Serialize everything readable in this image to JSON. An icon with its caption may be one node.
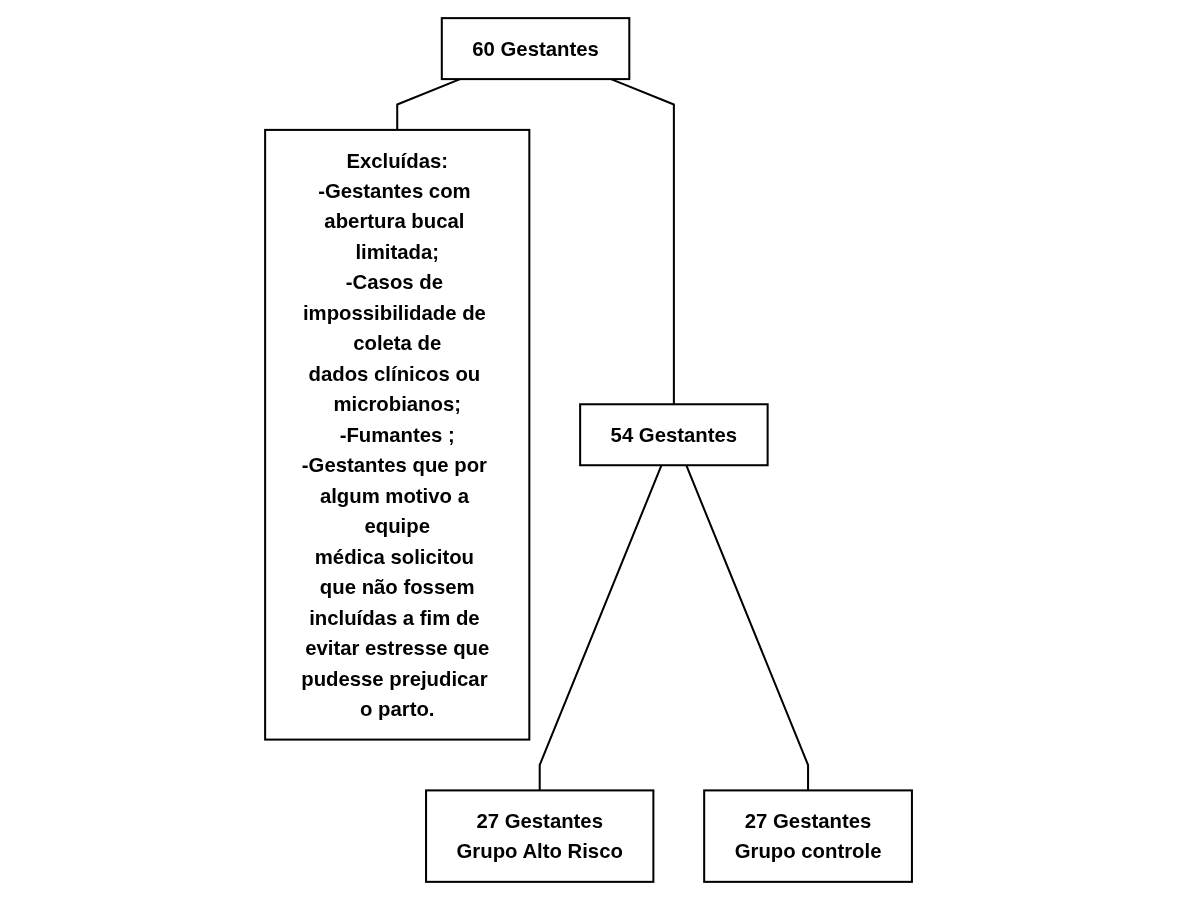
{
  "diagram": {
    "nodes": [
      {
        "text": [
          "60 Gestantes"
        ]
      },
      {
        "text": [
          "Excluídas:",
          "-Gestantes com abertura bucal limitada;",
          "-Casos de impossibilidade de coleta de dados clínicos ou microbianos;",
          "-Fumantes ;",
          "-Gestantes que por algum motivo a equipe médica solicitou que não fossem incluídas a fim de evitar estresse que pudesse prejudicar o parto."
        ]
      },
      {
        "text": [
          "54 Gestantes"
        ]
      },
      {
        "text": [
          "27 Gestantes",
          "Grupo Alto Risco"
        ]
      },
      {
        "text": [
          "27 Gestantes",
          "Grupo controle"
        ]
      }
    ],
    "edges": [
      {
        "from": 0,
        "to": 1,
        "arrow": "none"
      },
      {
        "from": 0,
        "to": 2,
        "arrow": "none"
      },
      {
        "from": 2,
        "to": 3,
        "arrow": "none"
      },
      {
        "from": 2,
        "to": 4,
        "arrow": "none"
      }
    ]
  }
}
